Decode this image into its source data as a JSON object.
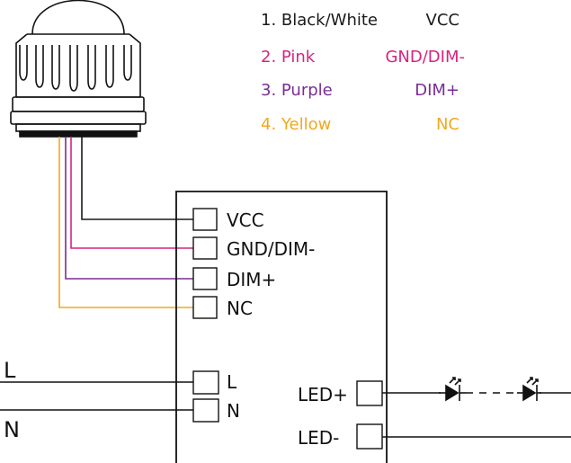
{
  "legend": [
    {
      "num_name": "1. Black/White",
      "signal": "VCC",
      "color": "#1a1a1a"
    },
    {
      "num_name": "2. Pink",
      "signal": "GND/DIM-",
      "color": "#d6247f"
    },
    {
      "num_name": "3. Purple",
      "signal": "DIM+",
      "color": "#7a2d94"
    },
    {
      "num_name": "4. Yellow",
      "signal": "NC",
      "color": "#f0a820"
    }
  ],
  "driver_terminals": {
    "vcc": "VCC",
    "gnd_dim": "GND/DIM-",
    "dim_plus": "DIM+",
    "nc": "NC",
    "l": "L",
    "n": "N",
    "led_plus": "LED+",
    "led_minus": "LED-"
  },
  "mains": {
    "l": "L",
    "n": "N"
  },
  "wire_colors": {
    "black": "#1a1a1a",
    "pink": "#d6247f",
    "purple": "#7a2d94",
    "yellow": "#f0a820"
  }
}
